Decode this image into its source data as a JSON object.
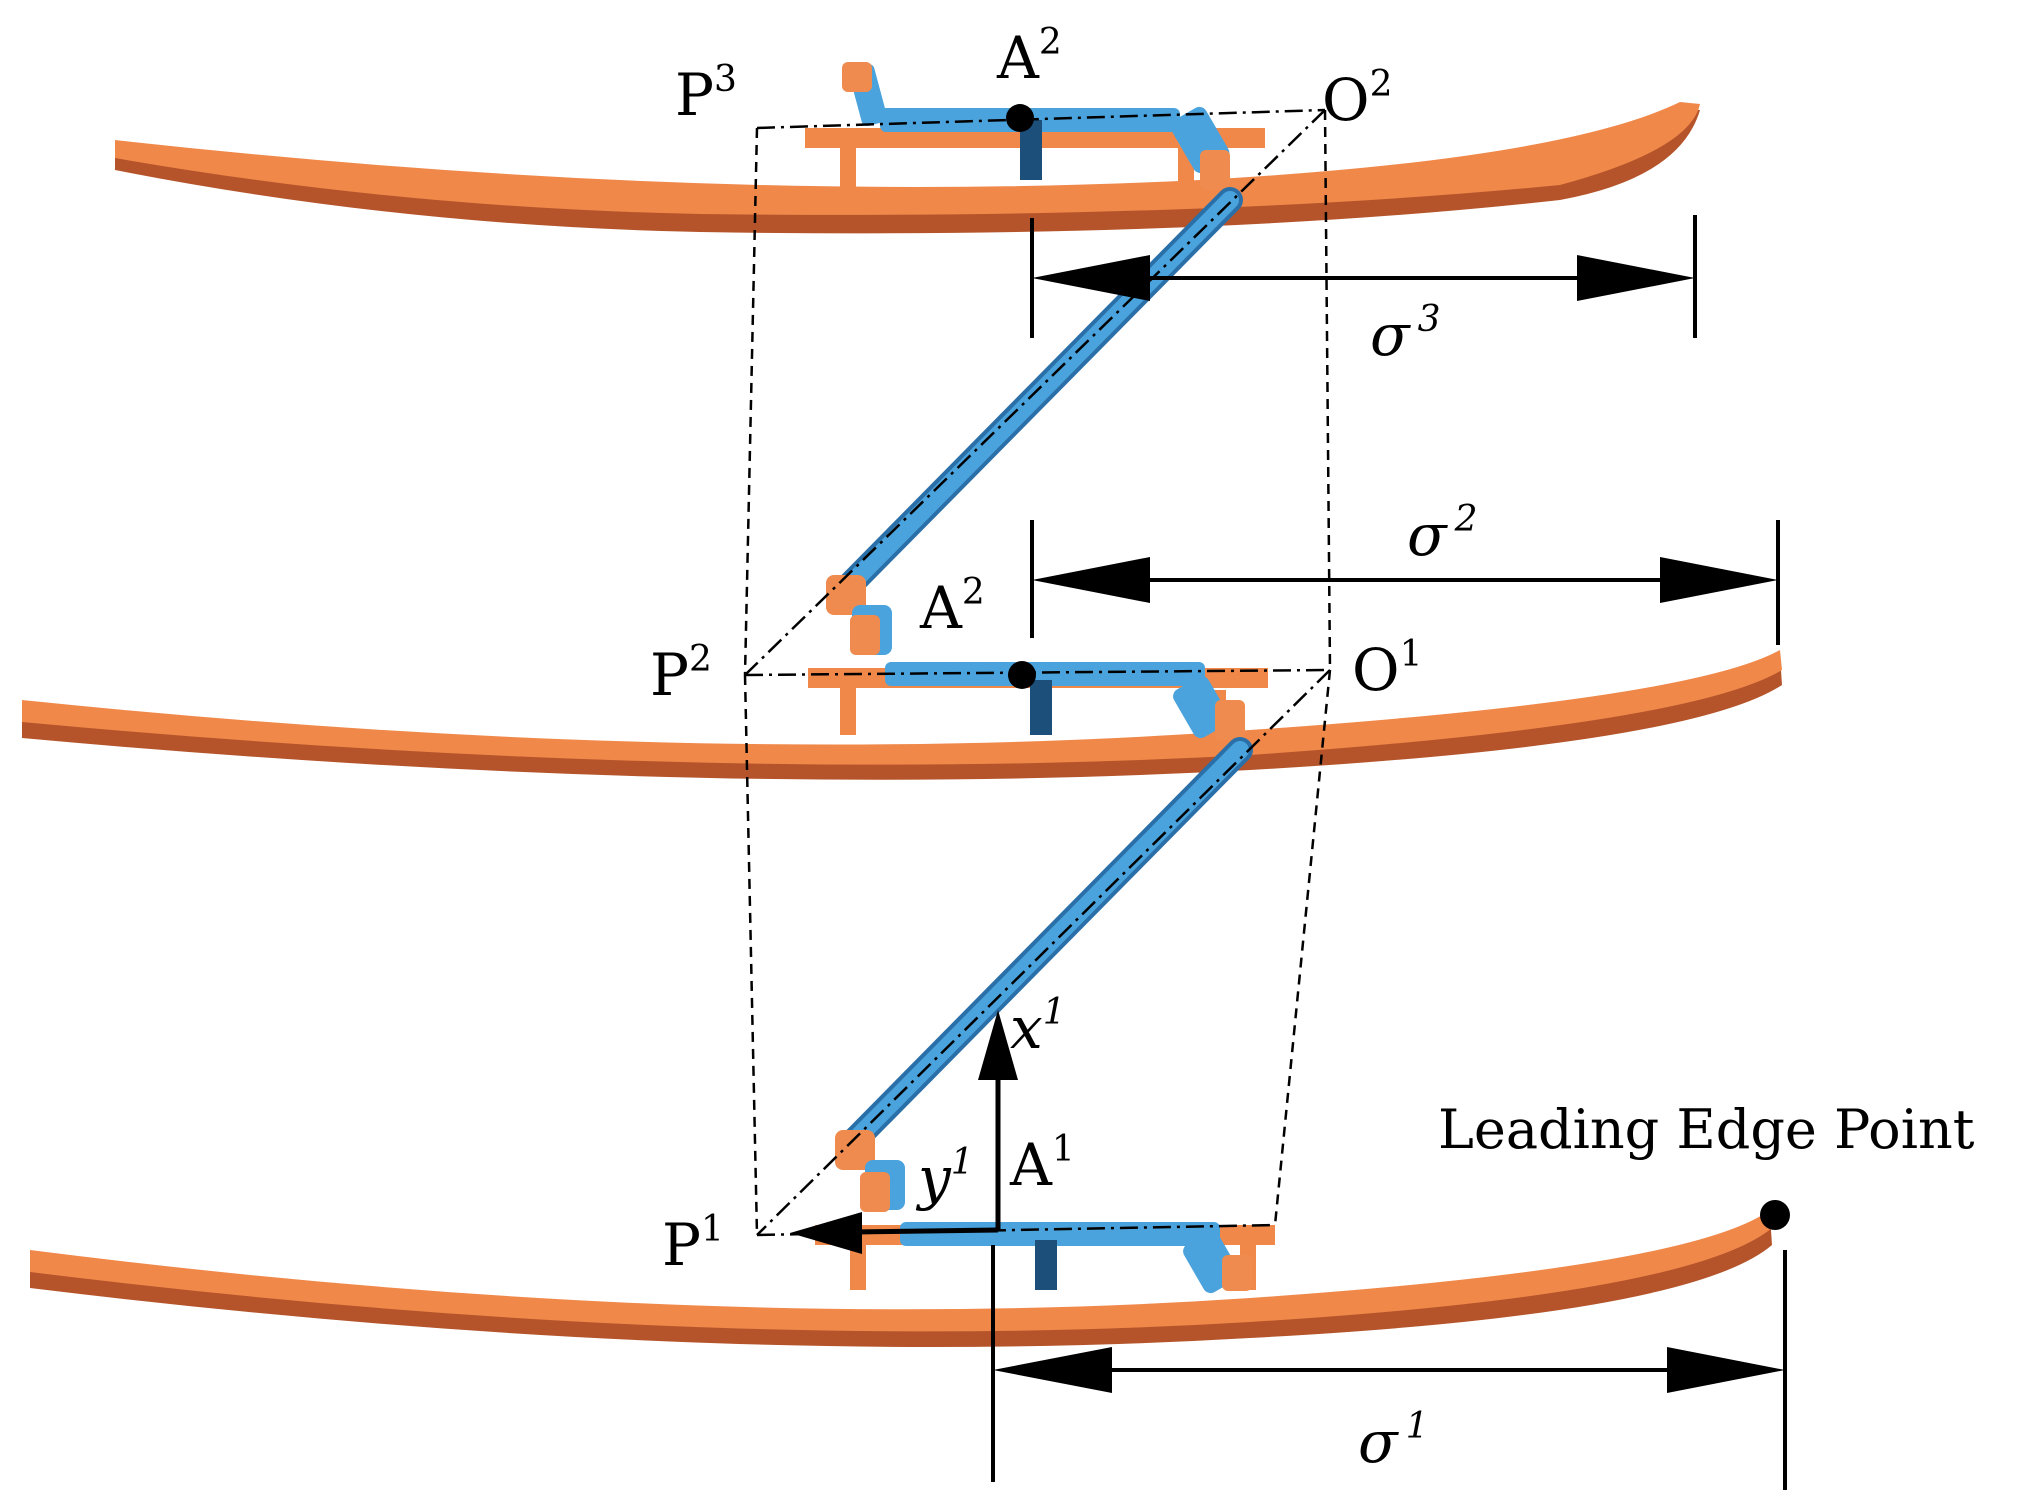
{
  "labels": {
    "P3": {
      "base": "P",
      "sup": "3"
    },
    "A2_top": {
      "base": "A",
      "sup": "2"
    },
    "O2": {
      "base": "O",
      "sup": "2"
    },
    "A2_mid": {
      "base": "A",
      "sup": "2"
    },
    "P2": {
      "base": "P",
      "sup": "2"
    },
    "O1": {
      "base": "O",
      "sup": "1"
    },
    "P1": {
      "base": "P",
      "sup": "1"
    },
    "A1": {
      "base": "A",
      "sup": "1"
    },
    "x1": {
      "base": "x",
      "sup": "1"
    },
    "y1": {
      "base": "y",
      "sup": "1"
    },
    "sigma3": {
      "base": "σ",
      "sup": "3"
    },
    "sigma2": {
      "base": "σ",
      "sup": "2"
    },
    "sigma1": {
      "base": "σ",
      "sup": "1"
    },
    "leading_edge": "Leading Edge Point"
  },
  "colors": {
    "blade_orange": "#f0884a",
    "blade_shadow": "#b5542a",
    "robot_blue": "#4aa3dc",
    "robot_blue_dark": "#2a6fa8",
    "robot_orange": "#ef8b4e",
    "line_black": "#000000"
  }
}
